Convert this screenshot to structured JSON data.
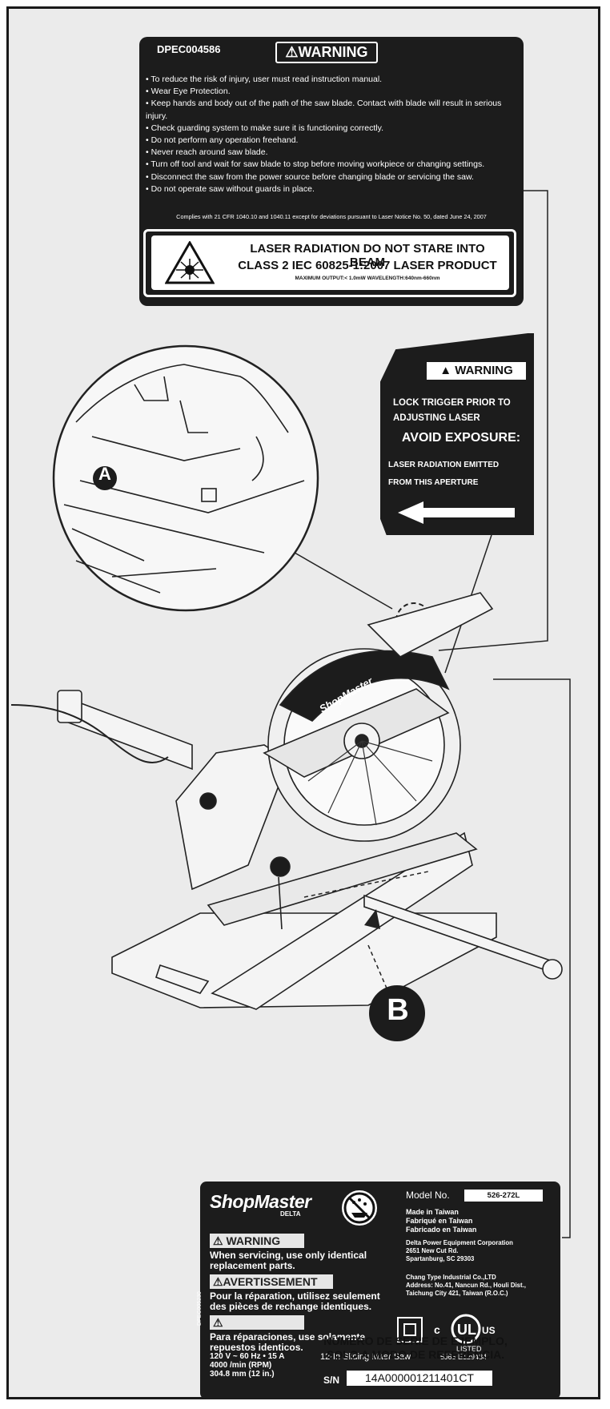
{
  "top_label": {
    "code": "DPEC004586",
    "warning_title": "⚠WARNING",
    "items": [
      "To reduce the risk of injury, user must read instruction manual.",
      "Wear Eye Protection.",
      "Keep hands and body out of the path of the saw blade. Contact with blade will result in serious injury.",
      "Check guarding system to make sure it is functioning correctly.",
      "Do not perform any operation freehand.",
      "Never reach around saw blade.",
      "Turn off tool and wait for saw blade to stop before moving workpiece or changing settings.",
      "Disconnect the saw from the power source before changing blade or servicing the saw.",
      "Do not operate saw without guards in place."
    ],
    "complies": "Complies with 21 CFR 1040.10 and 1040.11 except for deviations pursuant to Laser Notice No. 50, dated June 24, 2007",
    "laser_line1": "LASER RADIATION DO NOT STARE INTO BEAM",
    "laser_line2": "CLASS 2 IEC 60825-1:2007 LASER PRODUCT",
    "laser_line3": "MAXIMUM OUTPUT:< 1.0mW WAVELENGTH:640nm-660nm"
  },
  "side_tag": {
    "warning_title": "WARNING",
    "line1": "LOCK TRIGGER PRIOR TO",
    "line2": "ADJUSTING LASER",
    "line3": "AVOID EXPOSURE:",
    "line4": "LASER RADIATION EMITTED",
    "line5": "FROM THIS APERTURE"
  },
  "callouts": {
    "a": "A",
    "b": "B"
  },
  "saw_brand": "ShopMaster",
  "plate": {
    "brand": "ShopMaster",
    "brand_sub": "DELTA",
    "model_label": "Model No.",
    "model_value": "526-272L",
    "made": [
      "Made in Taiwan",
      "Fabriqué en Taiwan",
      "Fabricado en Taiwan"
    ],
    "address_delta": [
      "Delta Power Equipment Corporation",
      "2651 New Cut Rd.",
      "Spartanburg, SC 29303"
    ],
    "address_chang": [
      "Chang Type Industrial Co.,LTD",
      "Address: No.41, Nancun Rd., Houli Dist.,",
      "Taichung City 421, Taiwan (R.O.C.)"
    ],
    "warn_en_title": "⚠ WARNING",
    "warn_en_text": [
      "When servicing, use only identical",
      "replacement parts."
    ],
    "warn_fr_title": "⚠AVERTISSEMENT",
    "warn_fr_text": [
      "Pour la réparation, utilisez seulement",
      "des pièces de rechange identiques."
    ],
    "warn_es_title": "⚠ ADVERTENCIA",
    "warn_es_text": [
      "Para réparaciones, use solamente",
      "repuestos identicos."
    ],
    "vertical_code": "DPEC005230",
    "ratings": [
      "120 V ~ 60 Hz • 15 A",
      "4000 /min (RPM)",
      "304.8 mm (12 in.)"
    ],
    "product": "12-In Sliding Miter Saw",
    "ul_listed": "LISTED",
    "ul_code": "5J65  E129484",
    "sn_label": "S/N",
    "sn_value": "14A000001211401CT"
  },
  "caption": [
    "NÚMERO DE SERIE DE EJEMPLO,",
    "SOLO A MODO DE REFERENCIA."
  ]
}
